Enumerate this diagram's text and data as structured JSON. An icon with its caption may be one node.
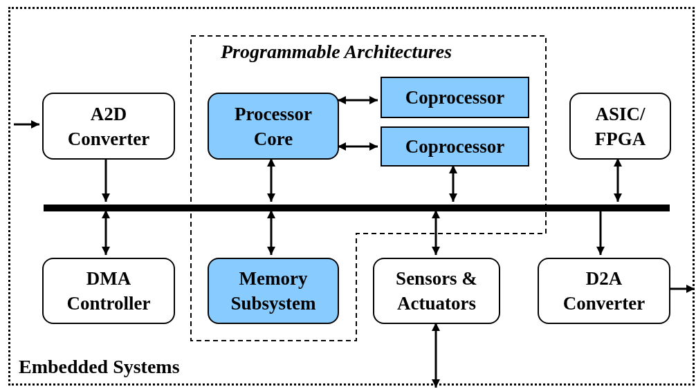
{
  "diagram": {
    "nodes": [
      {
        "text": [
          "Embedded Systems"
        ]
      },
      {
        "text": [
          "Programmable Architectures"
        ],
        "in": 0
      },
      {
        "text": [
          "A2D Converter"
        ],
        "in": 0
      },
      {
        "text": [
          "Processor Core"
        ],
        "in": 1
      },
      {
        "text": [
          "Coprocessor"
        ],
        "in": 1
      },
      {
        "text": [
          "Coprocessor"
        ],
        "in": 1
      },
      {
        "text": [
          "ASIC/ FPGA"
        ],
        "in": 0
      },
      {
        "text": [],
        "shape": "bar",
        "in": 0
      },
      {
        "text": [
          "DMA Controller"
        ],
        "in": 0
      },
      {
        "text": [
          "Memory Subsystem"
        ],
        "in": 1
      },
      {
        "text": [
          "Sensors & Actuators"
        ],
        "in": 0
      },
      {
        "text": [
          "D2A Converter"
        ],
        "in": 0
      }
    ],
    "edges": [
      {
        "from": null,
        "to": 2,
        "arrow": "to"
      },
      {
        "from": 3,
        "to": 4,
        "arrow": "both"
      },
      {
        "from": 3,
        "to": 5,
        "arrow": "both"
      },
      {
        "from": 2,
        "to": 7,
        "arrow": "to"
      },
      {
        "from": 3,
        "to": 7,
        "arrow": "both"
      },
      {
        "from": 5,
        "to": 7,
        "arrow": "both"
      },
      {
        "from": 6,
        "to": 7,
        "arrow": "both"
      },
      {
        "from": 7,
        "to": 8,
        "arrow": "both"
      },
      {
        "from": 7,
        "to": 9,
        "arrow": "both"
      },
      {
        "from": 7,
        "to": 10,
        "arrow": "both"
      },
      {
        "from": 7,
        "to": 11,
        "arrow": "to"
      },
      {
        "from": 10,
        "to": null,
        "arrow": "both"
      },
      {
        "from": 11,
        "to": null,
        "arrow": "to"
      }
    ]
  }
}
